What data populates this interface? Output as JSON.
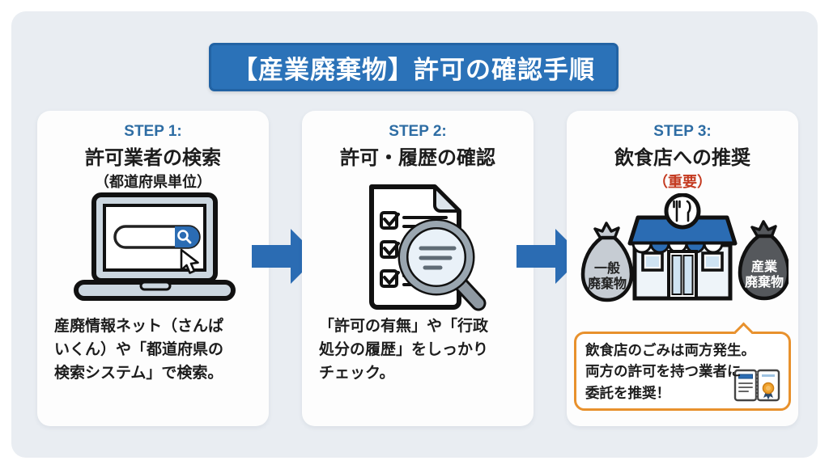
{
  "title": "【産業廃棄物】許可の確認手順",
  "colors": {
    "banner_blue": "#2b72b8",
    "step_label_blue": "#2e6da4",
    "important_red": "#c43a20",
    "arrow_blue": "#2b6cb3",
    "callout_orange": "#e8912d",
    "panel_bg": "#e9edf2",
    "bag_light": "#c6ccd3",
    "bag_dark": "#55585c"
  },
  "cards": [
    {
      "step_label": "STEP 1:",
      "title": "許可業者の検索",
      "subtitle": "（都道府県単位）",
      "illustration": "laptop-search",
      "body_lines": [
        "産廃情報ネット（さんぱ",
        "いくん）や「都道府県の",
        "検索システム」で検索。"
      ]
    },
    {
      "step_label": "STEP 2:",
      "title": "許可・履歴の確認",
      "illustration": "document-checklist-magnifier",
      "body_lines": [
        "「許可の有無」や「行政",
        "処分の履歴」をしっかり",
        "チェック。"
      ]
    },
    {
      "step_label": "STEP 3:",
      "title": "飲食店への推奨",
      "subtitle": "（重要）",
      "illustration": "restaurant-with-waste-bags",
      "bag_left_lines": [
        "一般",
        "廃棄物"
      ],
      "bag_right_lines": [
        "産業",
        "廃棄物"
      ],
      "callout_lines": [
        "飲食店のごみは両方発生。",
        "両方の許可を持つ業者に",
        "委託を推奨！"
      ]
    }
  ]
}
